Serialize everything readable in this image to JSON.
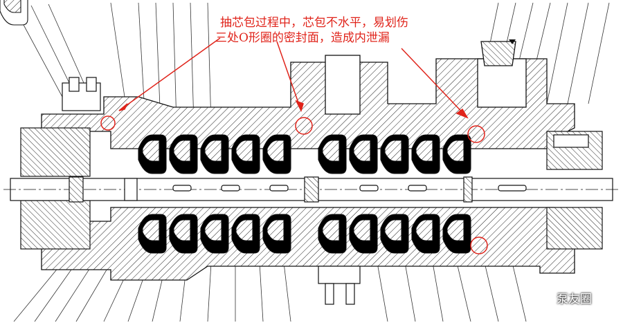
{
  "annotation": {
    "line1": "抽芯包过程中，芯包不水平，易划伤",
    "line2": "三处O形圈的密封面，造成内泄漏",
    "color": "#e0241b"
  },
  "watermark": {
    "text": "泵友圈",
    "icon": "wechat-icon"
  },
  "colors": {
    "ink": "#111111",
    "paper": "#ffffff",
    "highlight": "#e0241b"
  }
}
